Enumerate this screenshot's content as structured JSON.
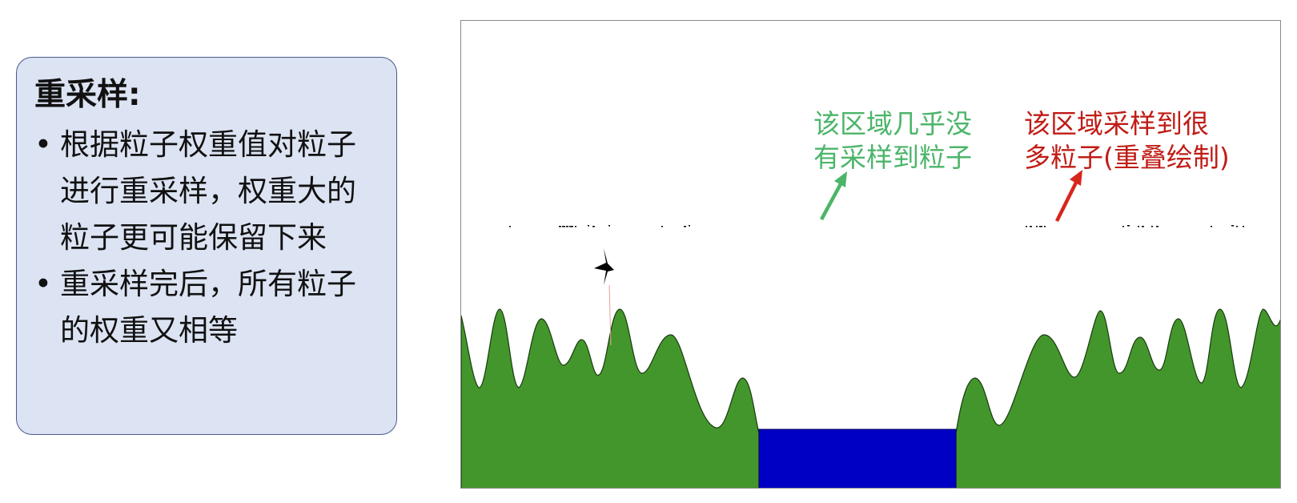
{
  "left_box": {
    "title": "重采样:",
    "bullet_symbol": "•",
    "bullets": [
      "根据粒子权重值对粒子进行重采样，权重大的粒子更可能保留下来",
      "重采样完后，所有粒子的权重又相等"
    ]
  },
  "scene": {
    "annotation_sparse": "该区域几乎没\n有采样到粒子",
    "annotation_dense": "该区域采样到很\n多粒子(重叠绘制)",
    "colors": {
      "terrain": "#43962b",
      "water": "#0000c4",
      "sparse_annotation": "#4cb56a",
      "dense_annotation": "#c01c16",
      "particles": "#000000",
      "box_background": "#dce3f2"
    }
  }
}
